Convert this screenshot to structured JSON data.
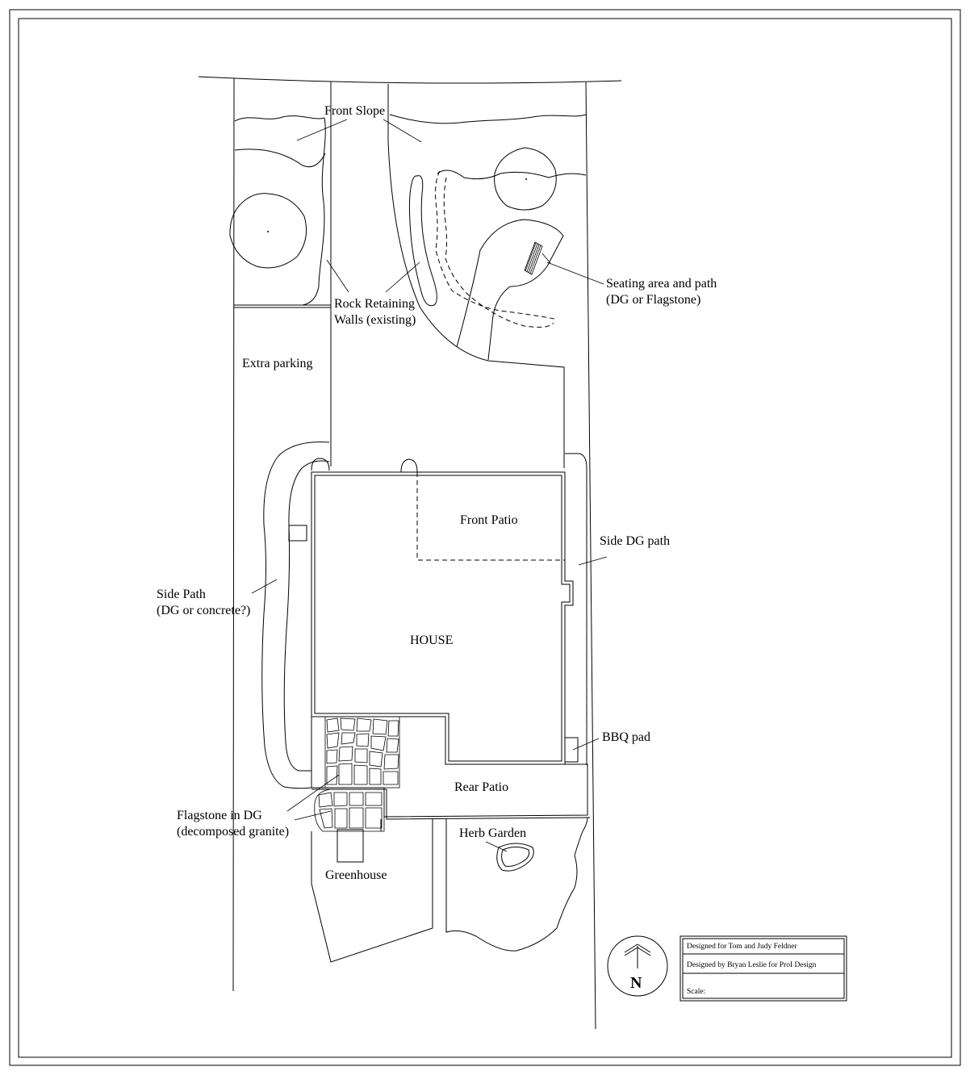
{
  "labels": {
    "front_slope": "Front Slope",
    "rock_walls_1": "Rock Retaining",
    "rock_walls_2": "Walls (existing)",
    "seating_1": "Seating area and path",
    "seating_2": "(DG or Flagstone)",
    "extra_parking": "Extra parking",
    "front_patio": "Front Patio",
    "side_dg_path": "Side DG path",
    "side_path_1": "Side Path",
    "side_path_2": "(DG or concrete?)",
    "house": "HOUSE",
    "bbq_pad": "BBQ pad",
    "rear_patio": "Rear Patio",
    "herb_garden": "Herb Garden",
    "flagstone_1": "Flagstone in DG",
    "flagstone_2": "(decomposed granite)",
    "greenhouse": "Greenhouse"
  },
  "title_block": {
    "designed_for": "Designed for Tom and Judy Feldner",
    "designed_by": "Designed by Bryan Leslie for ProI Design",
    "scale": "Scale:"
  },
  "north_arrow": {
    "letter": "N"
  }
}
